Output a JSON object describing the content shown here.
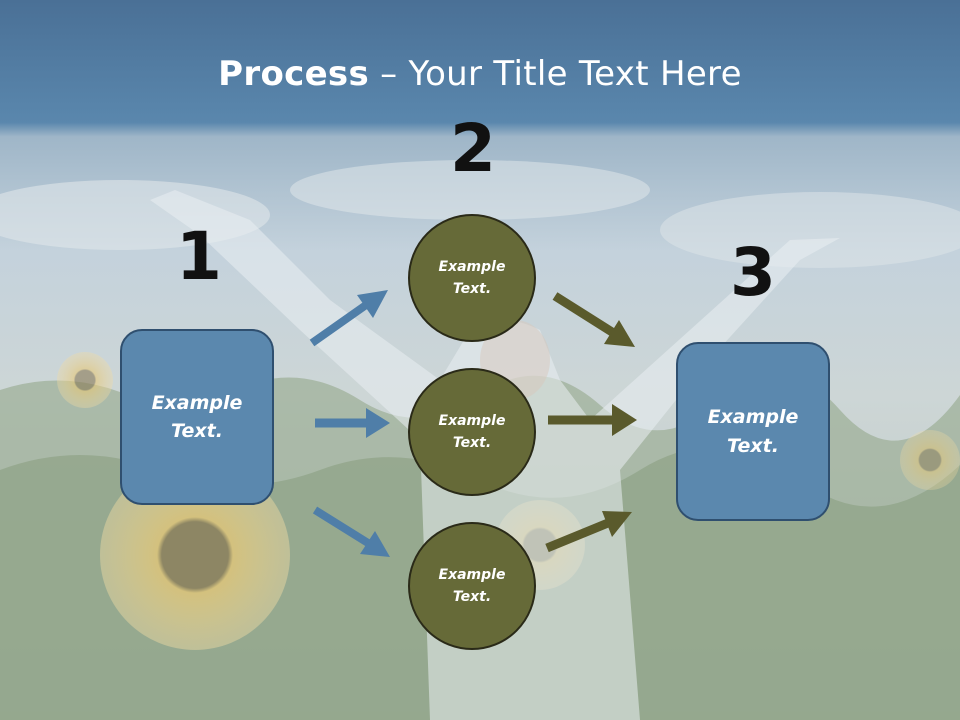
{
  "title": {
    "bold": "Process",
    "rest": " – Your Title Text Here"
  },
  "steps": {
    "one": "1",
    "two": "2",
    "three": "3"
  },
  "left_box": {
    "line1": "Example",
    "line2": "Text."
  },
  "right_box": {
    "line1": "Example",
    "line2": "Text."
  },
  "circles": [
    {
      "line1": "Example",
      "line2": "Text."
    },
    {
      "line1": "Example",
      "line2": "Text."
    },
    {
      "line1": "Example",
      "line2": "Text."
    }
  ],
  "colors": {
    "box_fill": "#5b88ae",
    "circle_fill": "#666a38",
    "blue_arrow": "#4f7ea8",
    "olive_arrow": "#5a5a2c",
    "header_band": "#4f7aa0"
  }
}
